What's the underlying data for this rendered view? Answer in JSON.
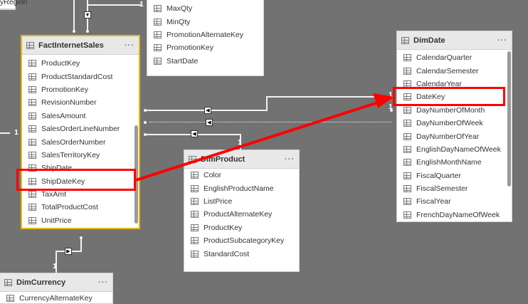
{
  "cards": {
    "region": {
      "label": "yRegion"
    },
    "promotion": {
      "fields": [
        "MaxQty",
        "MinQty",
        "PromotionAlternateKey",
        "PromotionKey",
        "StartDate"
      ]
    },
    "factinternetsales": {
      "title": "FactInternetSales",
      "more": "···",
      "fields": [
        "ProductKey",
        "ProductStandardCost",
        "PromotionKey",
        "RevisionNumber",
        "SalesAmount",
        "SalesOrderLineNumber",
        "SalesOrderNumber",
        "SalesTerritoryKey",
        "ShipDate",
        "ShipDateKey",
        "TaxAmt",
        "TotalProductCost",
        "UnitPrice"
      ]
    },
    "dimdate": {
      "title": "DimDate",
      "more": "···",
      "fields": [
        "CalendarQuarter",
        "CalendarSemester",
        "CalendarYear",
        "DateKey",
        "DayNumberOfMonth",
        "DayNumberOfWeek",
        "DayNumberOfYear",
        "EnglishDayNameOfWeek",
        "EnglishMonthName",
        "FiscalQuarter",
        "FiscalSemester",
        "FiscalYear",
        "FrenchDayNameOfWeek"
      ]
    },
    "dimproduct": {
      "title": "DimProduct",
      "more": "···",
      "fields": [
        "Color",
        "EnglishProductName",
        "ListPrice",
        "ProductAlternateKey",
        "ProductKey",
        "ProductSubcategoryKey",
        "StandardCost"
      ]
    },
    "dimcurrency": {
      "title": "DimCurrency",
      "more": "···",
      "fields": [
        "CurrencyAlternateKey"
      ]
    }
  },
  "cardinality": {
    "one_top": "1",
    "one_left": "1",
    "one_dimdate_a": "1",
    "one_dimdate_b": "1",
    "one_product": "1",
    "one_currency": "1"
  },
  "arrows": {
    "promo_link": "▼",
    "date_link_1": "◀",
    "date_link_2": "◀",
    "product_link": "◀",
    "currency_link": "▶"
  },
  "colors": {
    "canvas": "#727272",
    "selected_border": "#e2b714",
    "highlight": "#ff0000"
  }
}
